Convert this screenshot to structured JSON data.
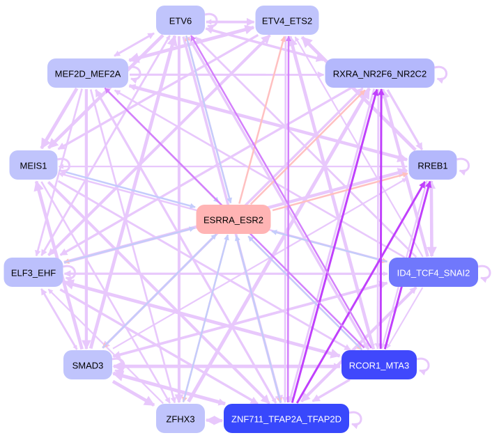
{
  "colors": {
    "edge_default": "#e8c8fc",
    "edge_activating": "#ffc0c0",
    "edge_repressing": "#c4ccfc",
    "edge_strong": "#c040fc",
    "edge_medium": "#d480fc"
  },
  "nodes": [
    {
      "id": "ETV6",
      "label": "ETV6",
      "fill": "#c0c4fc",
      "text": "#000000"
    },
    {
      "id": "ETV4_ETS2",
      "label": "ETV4_ETS2",
      "fill": "#c0c4fc",
      "text": "#000000"
    },
    {
      "id": "MEF2D_MEF2A",
      "label": "MEF2D_MEF2A",
      "fill": "#c0c4fc",
      "text": "#000000"
    },
    {
      "id": "RXRA_NR2F6_NR2C2",
      "label": "RXRA_NR2F6_NR2C2",
      "fill": "#b4b8fc",
      "text": "#000000"
    },
    {
      "id": "MEIS1",
      "label": "MEIS1",
      "fill": "#c0c4fc",
      "text": "#000000"
    },
    {
      "id": "RREB1",
      "label": "RREB1",
      "fill": "#b4b8fc",
      "text": "#000000"
    },
    {
      "id": "ESRRA_ESR2",
      "label": "ESRRA_ESR2",
      "fill": "#ffb4b4",
      "text": "#000000"
    },
    {
      "id": "ELF3_EHF",
      "label": "ELF3_EHF",
      "fill": "#bcc0fc",
      "text": "#000000"
    },
    {
      "id": "ID4_TCF4_SNAI2",
      "label": "ID4_TCF4_SNAI2",
      "fill": "#7078fc",
      "text": "#ffffff"
    },
    {
      "id": "SMAD3",
      "label": "SMAD3",
      "fill": "#c0c4fc",
      "text": "#000000"
    },
    {
      "id": "RCOR1_MTA3",
      "label": "RCOR1_MTA3",
      "fill": "#4048fc",
      "text": "#ffffff"
    },
    {
      "id": "ZFHX3",
      "label": "ZFHX3",
      "fill": "#c0c4fc",
      "text": "#000000"
    },
    {
      "id": "ZNF711_TFAP2A_TFAP2D",
      "label": "ZNF711_TFAP2A_TFAP2D",
      "fill": "#3848fc",
      "text": "#ffffff"
    }
  ],
  "self_loops": [
    "ETV6",
    "RXRA_NR2F6_NR2C2",
    "RREB1",
    "ID4_TCF4_SNAI2",
    "RCOR1_MTA3",
    "ZNF711_TFAP2A_TFAP2D",
    "SMAD3",
    "ELF3_EHF",
    "MEF2D_MEF2A",
    "MEIS1"
  ],
  "special_edges": [
    [
      "ESRRA_ESR2",
      "ETV6",
      "activating"
    ],
    [
      "ESRRA_ESR2",
      "ETV4_ETS2",
      "activating"
    ],
    [
      "ESRRA_ESR2",
      "MEF2D_MEF2A",
      "activating"
    ],
    [
      "ESRRA_ESR2",
      "RXRA_NR2F6_NR2C2",
      "activating"
    ],
    [
      "ESRRA_ESR2",
      "RREB1",
      "activating"
    ],
    [
      "ESRRA_ESR2",
      "ELF3_EHF",
      "activating"
    ],
    [
      "ESRRA_ESR2",
      "ID4_TCF4_SNAI2",
      "activating"
    ],
    [
      "ESRRA_ESR2",
      "SMAD3",
      "activating"
    ],
    [
      "ESRRA_ESR2",
      "RCOR1_MTA3",
      "activating"
    ],
    [
      "ESRRA_ESR2",
      "ZFHX3",
      "activating"
    ],
    [
      "ESRRA_ESR2",
      "ZNF711_TFAP2A_TFAP2D",
      "activating"
    ],
    [
      "ETV6",
      "ESRRA_ESR2",
      "repressing"
    ],
    [
      "MEF2D_MEF2A",
      "ESRRA_ESR2",
      "repressing"
    ],
    [
      "MEIS1",
      "ESRRA_ESR2",
      "repressing"
    ],
    [
      "ELF3_EHF",
      "ESRRA_ESR2",
      "repressing"
    ],
    [
      "SMAD3",
      "ESRRA_ESR2",
      "repressing"
    ],
    [
      "ZFHX3",
      "ESRRA_ESR2",
      "repressing"
    ],
    [
      "ZNF711_TFAP2A_TFAP2D",
      "ESRRA_ESR2",
      "repressing"
    ],
    [
      "RCOR1_MTA3",
      "ESRRA_ESR2",
      "repressing"
    ],
    [
      "ID4_TCF4_SNAI2",
      "ESRRA_ESR2",
      "repressing"
    ],
    [
      "ZNF711_TFAP2A_TFAP2D",
      "RXRA_NR2F6_NR2C2",
      "strong"
    ],
    [
      "RCOR1_MTA3",
      "RXRA_NR2F6_NR2C2",
      "strong"
    ],
    [
      "ZNF711_TFAP2A_TFAP2D",
      "RREB1",
      "strong"
    ],
    [
      "RCOR1_MTA3",
      "RREB1",
      "strong"
    ],
    [
      "RCOR1_MTA3",
      "ETV6",
      "medium"
    ],
    [
      "RCOR1_MTA3",
      "MEF2D_MEF2A",
      "medium"
    ],
    [
      "ZNF711_TFAP2A_TFAP2D",
      "ETV4_ETS2",
      "medium"
    ]
  ]
}
